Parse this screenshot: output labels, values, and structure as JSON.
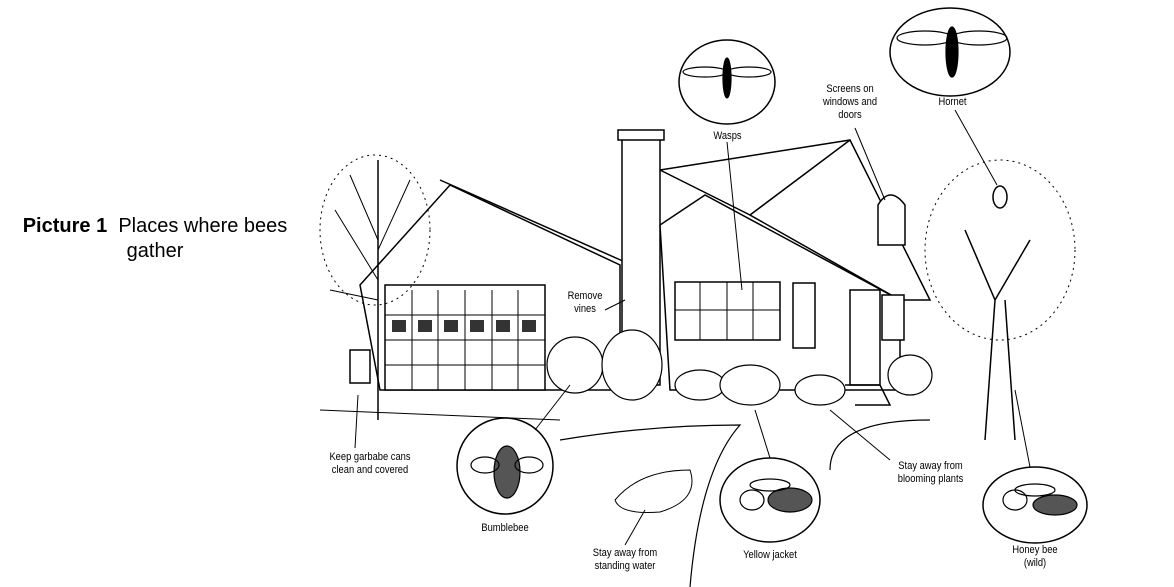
{
  "caption": {
    "number": "Picture 1",
    "text": "Places where bees gather"
  },
  "labels": {
    "wasps": "Wasps",
    "screens": [
      "Screens on",
      "windows and",
      "doors"
    ],
    "hornet": "Hornet",
    "vines": [
      "Remove",
      "vines"
    ],
    "garbage": [
      "Keep garbabe cans",
      "clean and covered"
    ],
    "bumblebee": "Bumblebee",
    "water": [
      "Stay away from",
      "standing water"
    ],
    "yellow_jacket": "Yellow jacket",
    "plants": [
      "Stay away from",
      "blooming plants"
    ],
    "honey_bee": [
      "Honey bee",
      "(wild)"
    ]
  }
}
